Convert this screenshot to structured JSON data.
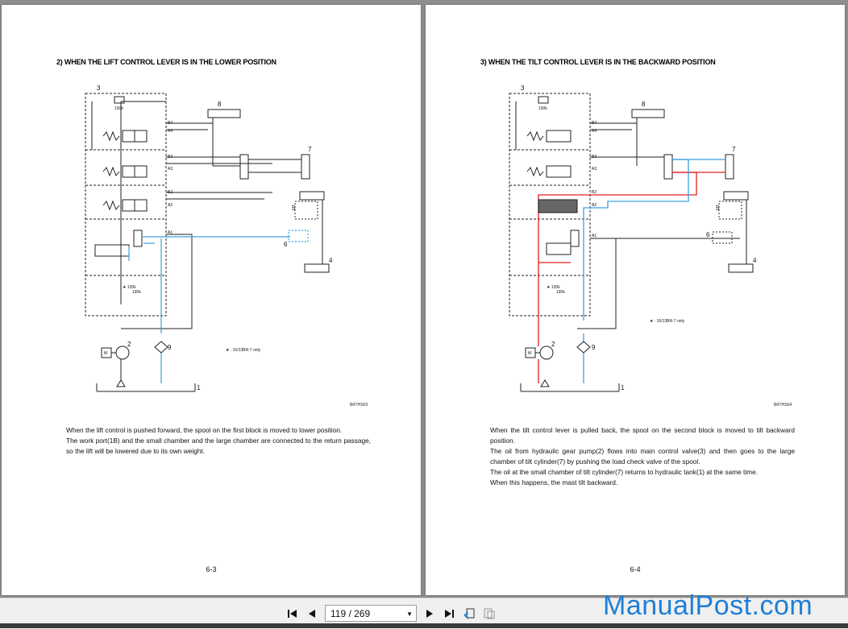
{
  "left_page": {
    "title": "2) WHEN THE LIFT CONTROL LEVER IS IN THE LOWER POSITION",
    "paragraphs": [
      "When the lift control is pushed forward, the spool on the first block is moved to lower position.",
      "The work port(1B) and the small chamber and the large chamber are connected to the return passage, so the lift will be lowered due to its own weight."
    ],
    "page_number": "6-3",
    "figure_code": "BR7HS03",
    "note": "★ : 10/13BR-7 only",
    "labels": {
      "valve": "3",
      "cyl8": "8",
      "cyl7": "7",
      "cyl4": "4",
      "c5": "5",
      "c6": "6",
      "pump": "2",
      "filter": "9",
      "tank": "1",
      "motor": "M",
      "p130": "130k",
      "p135": "★ 135k",
      "p190": "190k",
      "B4": "B4",
      "A4": "A4",
      "B3": "B3",
      "A3": "A3",
      "B2": "B2",
      "A2": "A2",
      "A1": "A1"
    }
  },
  "right_page": {
    "title": "3) WHEN THE TILT CONTROL LEVER IS IN THE BACKWARD POSITION",
    "paragraphs": [
      "When the tilt control lever is pulled back, the spool on the second block is moved to tilt backward position.",
      "The oil from hydraulic gear pump(2) flows into main control valve(3) and then goes to the large chamber of tilt cylinder(7) by pushing the load check valve of the spool.",
      "The oil at the small chamber of tilt cylinder(7) returns to hydraulic tank(1) at the same time.",
      "When this happens, the mast tilt backward."
    ],
    "page_number": "6-4",
    "figure_code": "BR7HS04",
    "note": "★ : 10/13BR-7 only"
  },
  "toolbar": {
    "page_value": "119 / 269",
    "first_icon": "first-page-icon",
    "prev_icon": "previous-page-icon",
    "next_icon": "next-page-icon",
    "last_icon": "last-page-icon"
  },
  "watermark": "ManualPost.com",
  "colors": {
    "pressure": "#e02020",
    "return": "#3aa0e0",
    "watermark": "#1e7fd8"
  }
}
